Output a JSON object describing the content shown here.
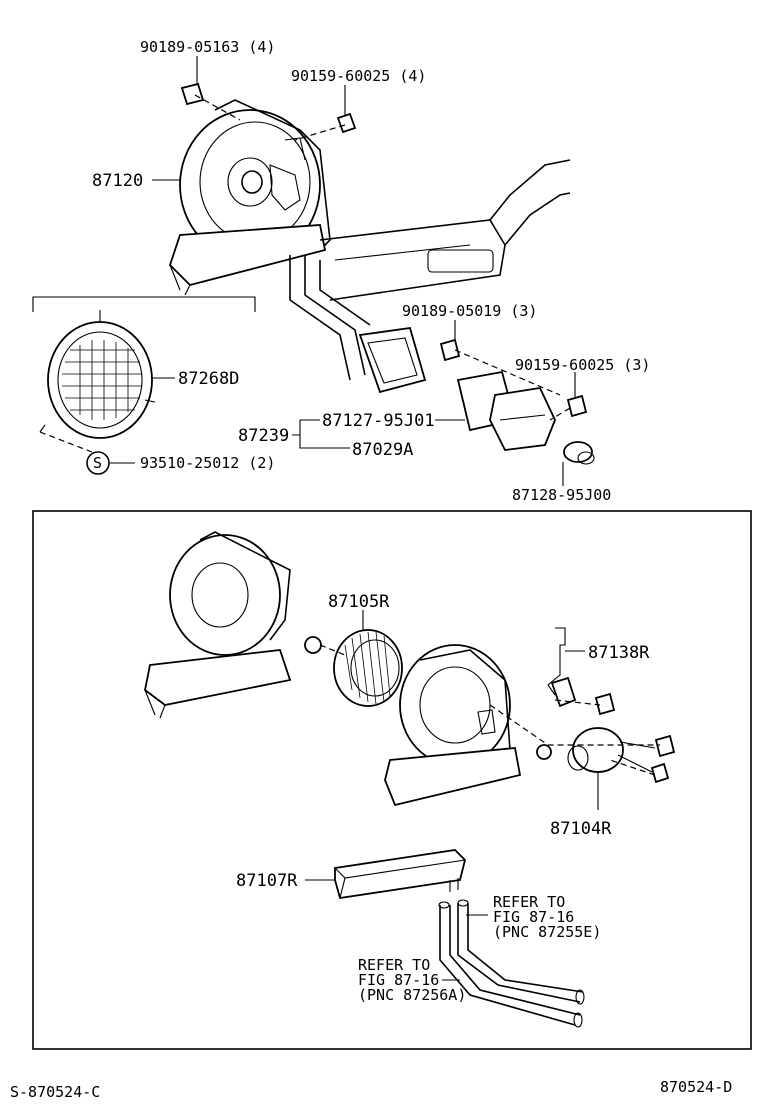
{
  "labels": {
    "p90189_05163": "90189-05163 (4)",
    "p90159_60025_4": "90159-60025 (4)",
    "p87120": "87120",
    "p87268D": "87268D",
    "p93510": "93510-25012 (2)",
    "s_symbol": "S",
    "p90189_05019": "90189-05019 (3)",
    "p90159_60025_3": "90159-60025 (3)",
    "p87239": "87239",
    "p87127": "87127-95J01",
    "p87029A": "87029A",
    "p87128": "87128-95J00",
    "p87105R": "87105R",
    "p87138R": "87138R",
    "p87104R": "87104R",
    "p87107R": "87107R",
    "refer1": [
      "REFER TO",
      "FIG 87-16",
      "(PNC 87255E)"
    ],
    "refer2": [
      "REFER TO",
      "FIG 87-16",
      "(PNC 87256A)"
    ]
  },
  "footer": {
    "left_code": "S-870524-C",
    "right_code": "870524-D"
  }
}
